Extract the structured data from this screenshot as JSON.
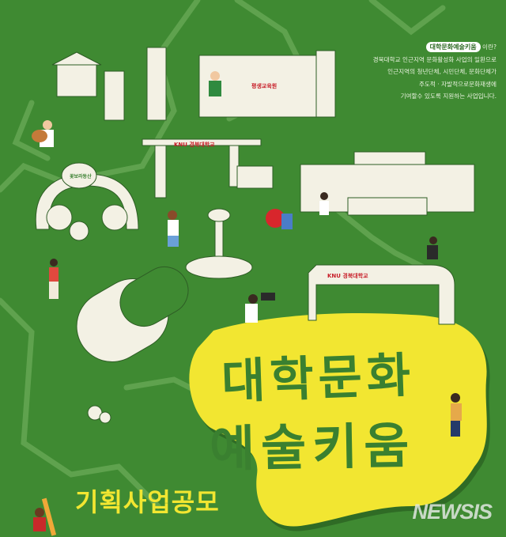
{
  "info": {
    "highlight": "대학문화예술키움",
    "question_suffix": "이란?",
    "lines": [
      "경북대학교 인근지역 문화활성화 사업의 일환으로",
      "인근지역의 청년단체, 시민단체, 문화단체가",
      "주도적 · 자발적으로문화재생에",
      "기여할수 있도록 지원하는 사업입니다."
    ]
  },
  "title": {
    "line1": "대학문화",
    "line2": "예술키움"
  },
  "subtitle": "기획사업공모",
  "signs": {
    "building": "평생교육원",
    "gate1": "KNU 경북대학교",
    "gate2": "KNU 경북대학교",
    "arch": "꽃보라동산"
  },
  "watermark": "NEWSIS",
  "colors": {
    "background": "#3f8a32",
    "blob": "#f2e631",
    "line": "#f3f1e4",
    "text_green": "#3a8030"
  }
}
